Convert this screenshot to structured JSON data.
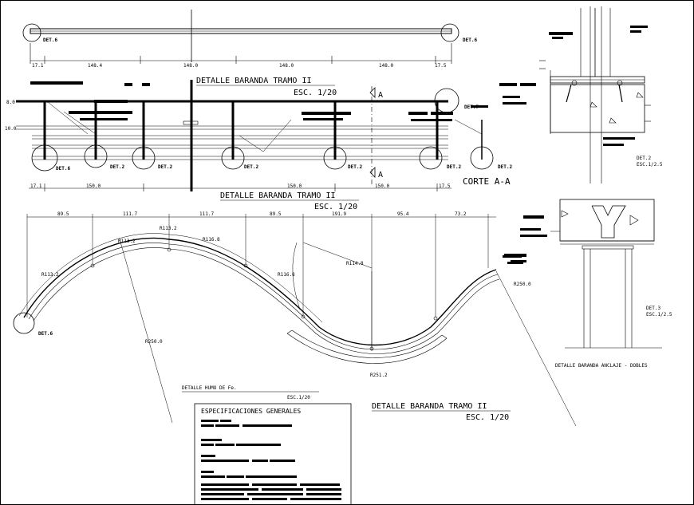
{
  "top": {
    "dims": [
      "17.1",
      "148.4",
      "148.0",
      "148.0",
      "148.0",
      "17.5"
    ],
    "det_left": "DET.6",
    "det_right": "DET.6",
    "title": "DETALLE BARANDA TRAMO II",
    "scale": "ESC. 1/20"
  },
  "middle": {
    "level_top": "8.0",
    "level_mid": "10.0",
    "section_mark": "A",
    "det_end": "DET.7",
    "det_posts": [
      "DET.6",
      "DET.2",
      "DET.2",
      "DET.2",
      "DET.2",
      "DET.2",
      "DET.2"
    ],
    "dims": [
      "17.1",
      "150.0",
      "150.0",
      "150.0",
      "17.5"
    ],
    "title": "DETALLE BARANDA TRAMO II",
    "scale": "ESC. 1/20",
    "corte": "CORTE A-A"
  },
  "det2": {
    "label": "DET.2",
    "scale": "ESC.1/2.5"
  },
  "det3": {
    "label": "DET.3",
    "scale": "ESC.1/2.5",
    "caption": "DETALLE BARANDA ANCLAJE - DOBLES"
  },
  "plan": {
    "dims": [
      "89.5",
      "111.7",
      "111.7",
      "89.5",
      "191.9",
      "95.4",
      "73.2"
    ],
    "radii": [
      "R113.2",
      "R113.2",
      "R113.2",
      "R116.8",
      "R116.8",
      "R114.8",
      "R250.0",
      "R251.2",
      "R250.0"
    ],
    "det": "DET.6",
    "title": "DETALLE BARANDA TRAMO II",
    "scale": "ESC. 1/20",
    "humo": "DETALLE HUMO DE Fe.",
    "humo_scale": "ESC.1/20"
  },
  "spec": {
    "title": "ESPECIFICACIONES GENERALES"
  }
}
